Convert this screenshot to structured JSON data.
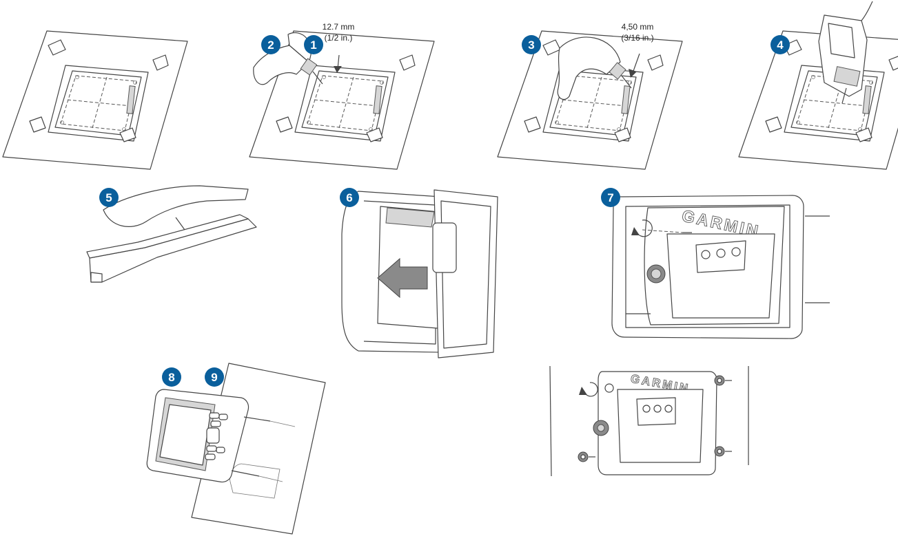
{
  "colors": {
    "badge_fill": "#0a5f9c",
    "line": "#444444",
    "arrow_fill": "#8a8a8a"
  },
  "steps": [
    {
      "number": "1"
    },
    {
      "number": "2"
    },
    {
      "number": "3"
    },
    {
      "number": "4"
    },
    {
      "number": "5"
    },
    {
      "number": "6"
    },
    {
      "number": "7"
    },
    {
      "number": "8"
    },
    {
      "number": "9"
    }
  ],
  "dimensions": {
    "drill_depth_metric": "12.7 mm",
    "drill_depth_imperial": "(1/2 in.)",
    "bit_size_metric": "4,50 mm",
    "bit_size_imperial": "(3/16 in.)"
  },
  "brand_label": "GARMIN"
}
